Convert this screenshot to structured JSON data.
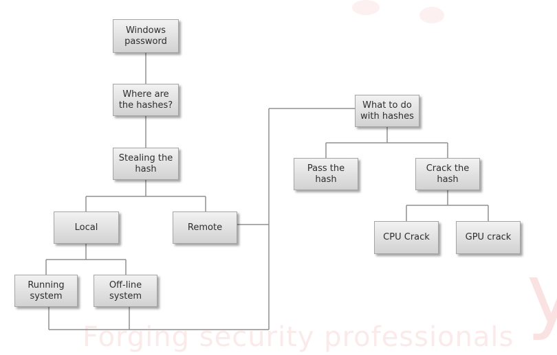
{
  "watermark": {
    "tagline": "Forging security professionals",
    "logo_letter": "y"
  },
  "nodes": {
    "windows_password": "Windows\npassword",
    "where_hashes": "Where are\nthe hashes?",
    "stealing_hash": "Stealing the\nhash",
    "local": "Local",
    "remote": "Remote",
    "running_system": "Running\nsystem",
    "offline_system": "Off-line\nsystem",
    "what_to_do": "What to do\nwith hashes",
    "pass_hash": "Pass the\nhash",
    "crack_hash": "Crack the\nhash",
    "cpu_crack": "CPU Crack",
    "gpu_crack": "GPU crack"
  },
  "colors": {
    "node_top": "#f2f2f2",
    "node_bottom": "#d2d2d2",
    "node_border": "#a4a4a4",
    "connector": "#8f8f8f",
    "watermark": "#fbeaea"
  }
}
